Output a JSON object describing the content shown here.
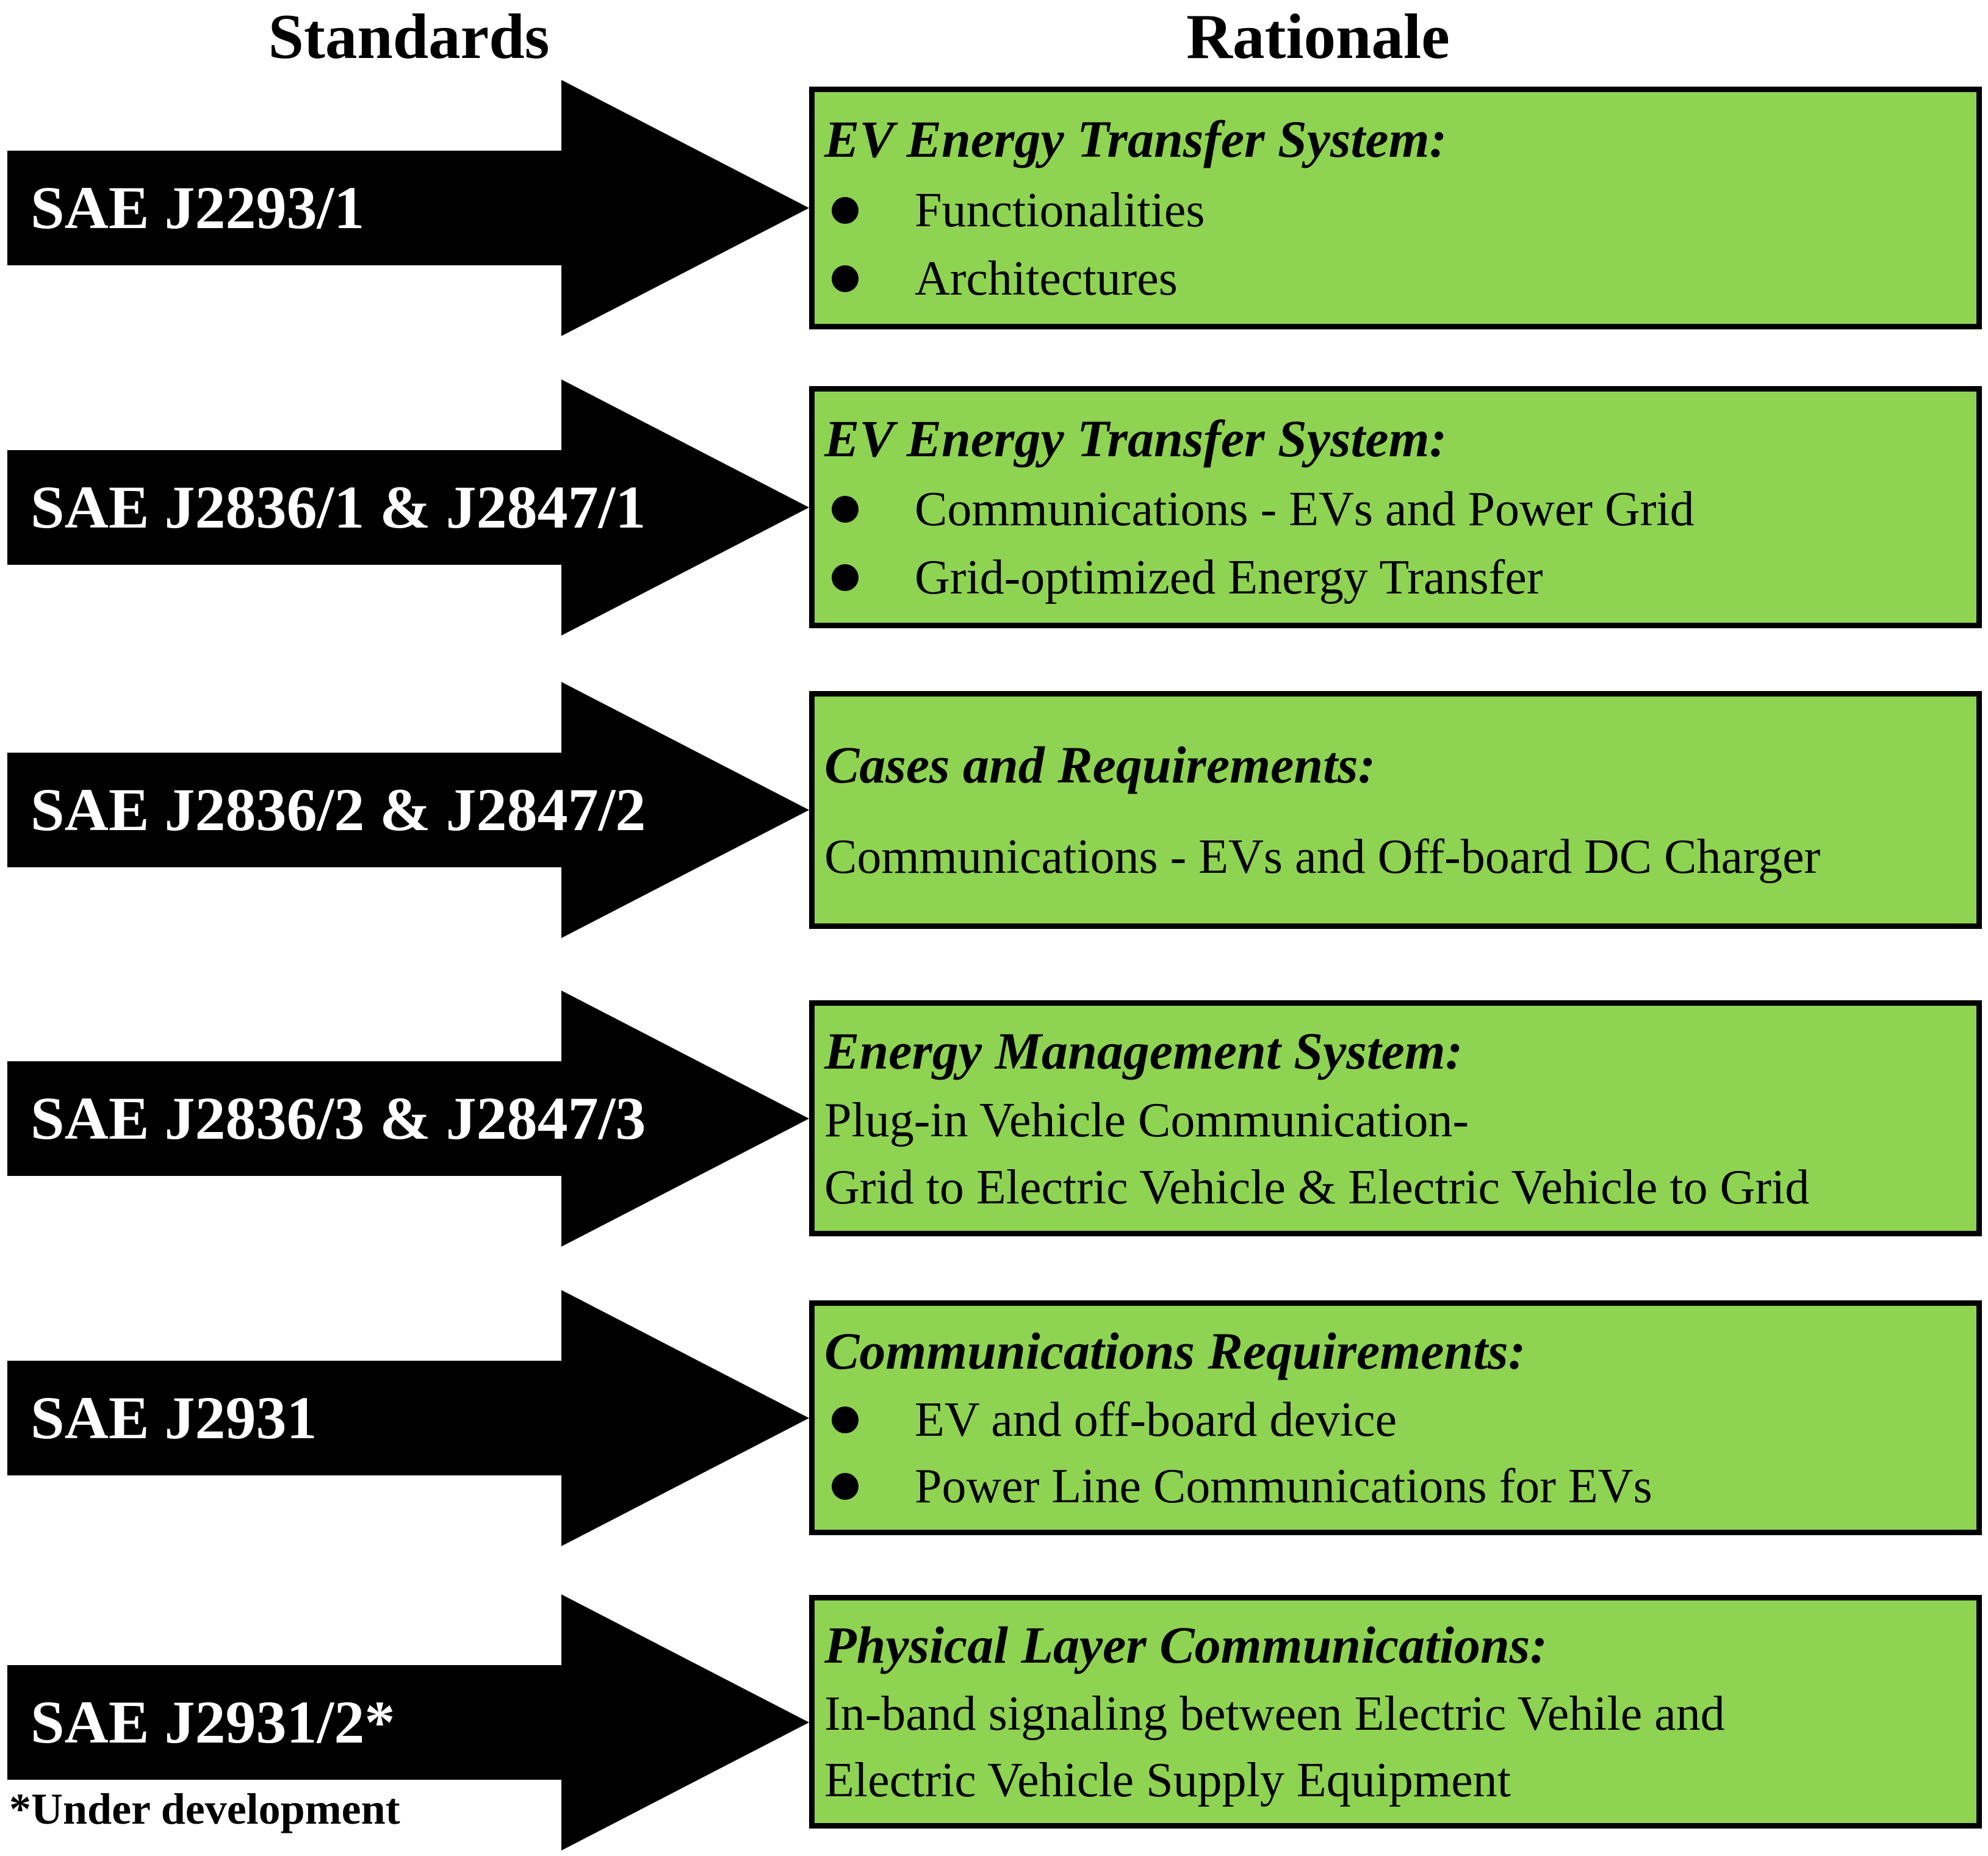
{
  "headers": {
    "standards": "Standards",
    "rationale": "Rationale"
  },
  "colors": {
    "box_fill": "#8ED351",
    "box_border": "#000000",
    "arrow_fill": "#000000",
    "arrow_text": "#FFFFFF",
    "background": "#FFFFFF"
  },
  "footnote": "*Under development",
  "rows": [
    {
      "standard": "SAE J2293/1",
      "title": "EV Energy Transfer System:",
      "bullets": [
        "Functionalities",
        "Architectures"
      ]
    },
    {
      "standard": "SAE J2836/1 & J2847/1",
      "title": "EV Energy Transfer System:",
      "bullets": [
        "Communications - EVs and Power Grid",
        "Grid-optimized Energy Transfer"
      ]
    },
    {
      "standard": "SAE J2836/2 & J2847/2",
      "title": "Cases and Requirements:",
      "lines": [
        "Communications - EVs and Off-board DC Charger"
      ]
    },
    {
      "standard": "SAE J2836/3 & J2847/3",
      "title": "Energy Management System:",
      "lines": [
        "Plug-in Vehicle Communication-",
        "Grid to Electric Vehicle & Electric Vehicle to Grid"
      ]
    },
    {
      "standard": "SAE J2931",
      "title": "Communications Requirements:",
      "bullets": [
        "EV and off-board device",
        "Power Line Communications for EVs"
      ]
    },
    {
      "standard": "SAE J2931/2*",
      "title": "Physical Layer Communications:",
      "lines": [
        "In-band signaling between Electric Vehile and",
        "Electric Vehicle Supply Equipment"
      ]
    }
  ]
}
